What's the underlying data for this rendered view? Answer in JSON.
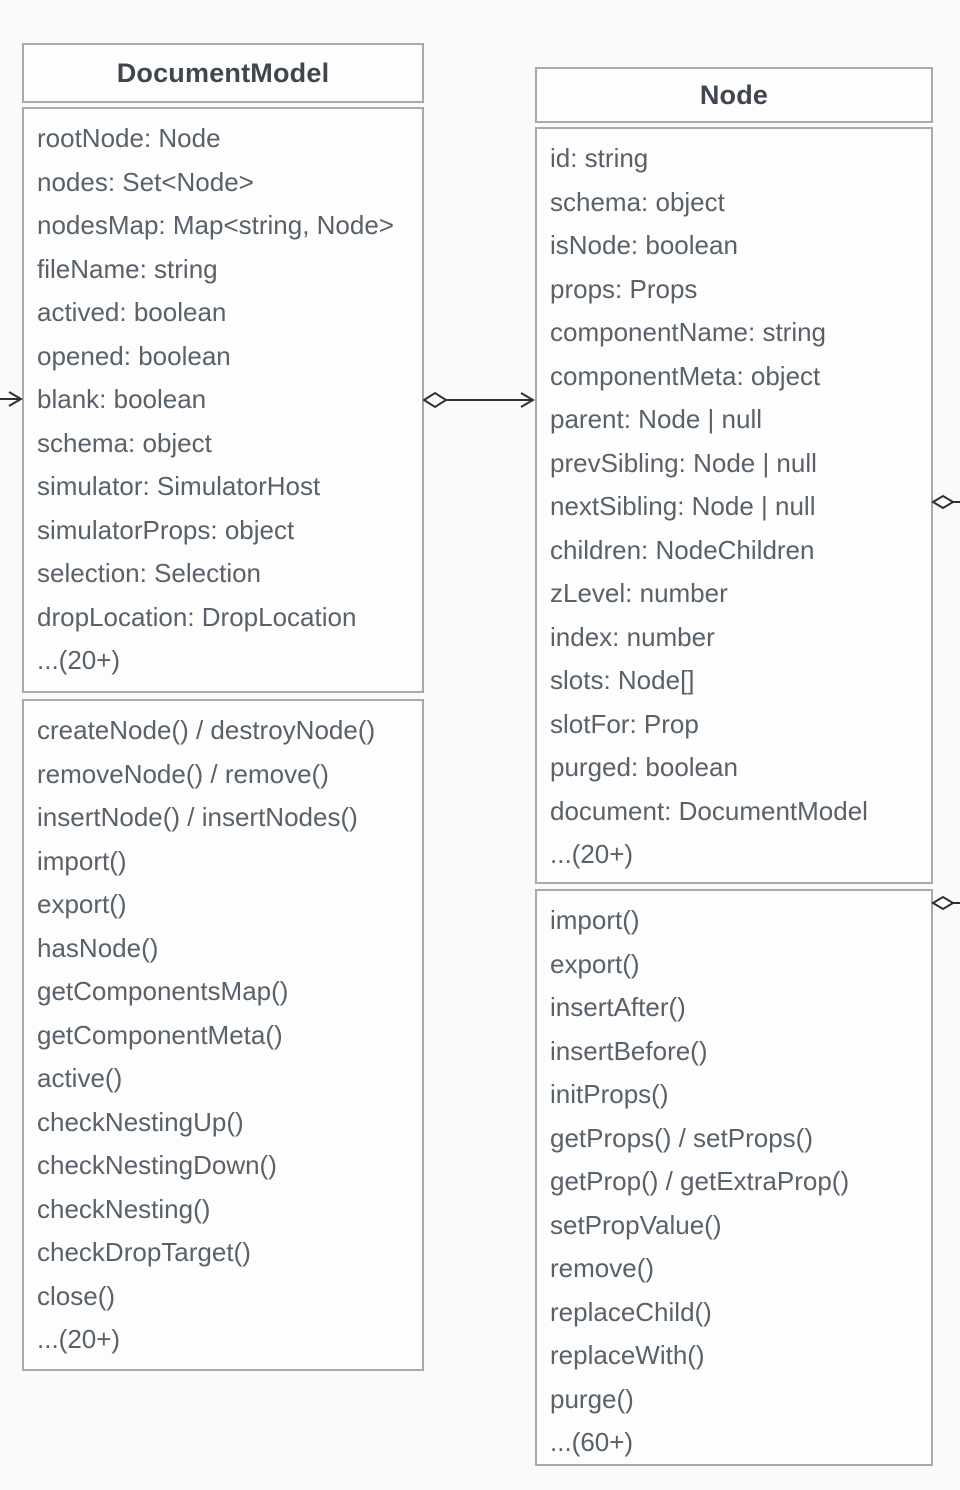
{
  "diagram": {
    "type": "uml-class-diagram",
    "classes": [
      {
        "name": "DocumentModel",
        "attributes": [
          "rootNode: Node",
          "nodes: Set<Node>",
          "nodesMap: Map<string, Node>",
          "fileName: string",
          "actived: boolean",
          "opened: boolean",
          "blank: boolean",
          "schema: object",
          "simulator: SimulatorHost",
          "simulatorProps: object",
          "selection: Selection",
          "dropLocation: DropLocation",
          "...(20+)"
        ],
        "methods": [
          "createNode() / destroyNode()",
          "removeNode() / remove()",
          "insertNode() / insertNodes()",
          "import()",
          "export()",
          "hasNode()",
          "getComponentsMap()",
          "getComponentMeta()",
          "active()",
          "checkNestingUp()",
          "checkNestingDown()",
          "checkNesting()",
          "checkDropTarget()",
          "close()",
          "...(20+)"
        ]
      },
      {
        "name": "Node",
        "attributes": [
          "id: string",
          "schema: object",
          "isNode: boolean",
          "props: Props",
          "componentName: string",
          "componentMeta: object",
          "parent: Node | null",
          "prevSibling: Node | null",
          "nextSibling: Node | null",
          "children: NodeChildren",
          "zLevel: number",
          "index: number",
          "slots: Node[]",
          "slotFor: Prop",
          "purged: boolean",
          "document: DocumentModel",
          "...(20+)"
        ],
        "methods": [
          "import()",
          "export()",
          "insertAfter()",
          "insertBefore()",
          "initProps()",
          "getProps() / setProps()",
          "getProp() / getExtraProp()",
          "setPropValue()",
          "remove()",
          "replaceChild()",
          "replaceWith()",
          "purge()",
          "...(60+)"
        ]
      }
    ],
    "connectors": [
      {
        "kind": "open-arrow",
        "description": "arrow entering from left image edge into DocumentModel at blank: boolean row"
      },
      {
        "kind": "aggregation",
        "description": "hollow diamond at DocumentModel right side, open arrow into Node left side"
      },
      {
        "kind": "aggregation-stub",
        "description": "hollow diamond on Node right side (upper), line exits right image edge"
      },
      {
        "kind": "aggregation-stub",
        "description": "hollow diamond on Node right side (lower), line exits right image edge"
      }
    ],
    "colors": {
      "page_background": "#fafafa",
      "box_fill": "#fdfdfd",
      "box_border": "#a6abaf",
      "title_text": "#3f464e",
      "member_text": "#59616a",
      "connector_stroke": "#2e3133"
    }
  }
}
